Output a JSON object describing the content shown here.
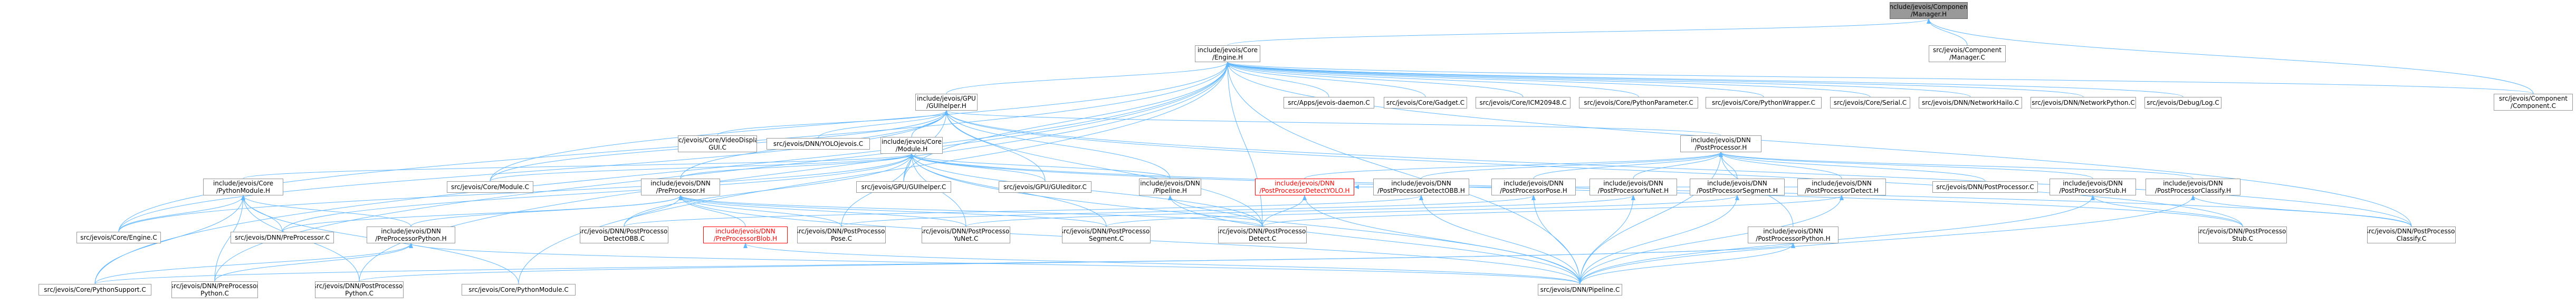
{
  "nodes": {
    "component_manager_h": "include/jevois/Component\n/Manager.H",
    "core_engine_h": "include/jevois/Core\n/Engine.H",
    "component_manager_c": "src/jevois/Component\n/Manager.C",
    "component_component_c": "src/jevois/Component\n/Component.C",
    "gpu_guihelper_h": "include/jevois/GPU\n/GUIhelper.H",
    "apps_daemon_c": "src/Apps/jevois-daemon.C",
    "core_gadget_c": "src/jevois/Core/Gadget.C",
    "core_icm_c": "src/jevois/Core/ICM20948.C",
    "core_pyparam_c": "src/jevois/Core/PythonParameter.C",
    "core_pywrapper_c": "src/jevois/Core/PythonWrapper.C",
    "core_serial_c": "src/jevois/Core/Serial.C",
    "dnn_nethailo_c": "src/jevois/DNN/NetworkHailo.C",
    "dnn_netpython_c": "src/jevois/DNN/NetworkPython.C",
    "debug_log_c": "src/jevois/Debug/Log.C",
    "core_videodisplaygui_c": "src/jevois/Core/VideoDisplay\nGUI.C",
    "dnn_yolojevois_c": "src/jevois/DNN/YOLOjevois.C",
    "core_module_h": "include/jevois/Core\n/Module.H",
    "dnn_postprocessor_h": "include/jevois/DNN\n/PostProcessor.H",
    "core_pythonmodule_h": "include/jevois/Core\n/PythonModule.H",
    "core_module_c": "src/jevois/Core/Module.C",
    "dnn_preprocessor_h": "include/jevois/DNN\n/PreProcessor.H",
    "gpu_guihelper_c": "src/jevois/GPU/GUIhelper.C",
    "gpu_guieditor_c": "src/jevois/GPU/GUIeditor.C",
    "dnn_pipeline_h": "include/jevois/DNN\n/Pipeline.H",
    "dnn_ppdetectyolo_h": "include/jevois/DNN\n/PostProcessorDetectYOLO.H",
    "dnn_ppdetectobb_h": "include/jevois/DNN\n/PostProcessorDetectOBB.H",
    "dnn_pppose_h": "include/jevois/DNN\n/PostProcessorPose.H",
    "dnn_ppyunet_h": "include/jevois/DNN\n/PostProcessorYuNet.H",
    "dnn_ppsegment_h": "include/jevois/DNN\n/PostProcessorSegment.H",
    "dnn_ppdetect_h": "include/jevois/DNN\n/PostProcessorDetect.H",
    "dnn_postprocessor_c": "src/jevois/DNN/PostProcessor.C",
    "dnn_ppstub_h": "include/jevois/DNN\n/PostProcessorStub.H",
    "dnn_ppclassify_h": "include/jevois/DNN\n/PostProcessorClassify.H",
    "core_engine_c": "src/jevois/Core/Engine.C",
    "dnn_preprocessor_c": "src/jevois/DNN/PreProcessor.C",
    "dnn_prepython_h": "include/jevois/DNN\n/PreProcessorPython.H",
    "dnn_ppdetectobb_c": "src/jevois/DNN/PostProcessor\nDetectOBB.C",
    "dnn_preblob_h": "include/jevois/DNN\n/PreProcessorBlob.H",
    "dnn_pppose_c": "src/jevois/DNN/PostProcessor\nPose.C",
    "dnn_ppyunet_c": "src/jevois/DNN/PostProcessor\nYuNet.C",
    "dnn_ppsegment_c": "src/jevois/DNN/PostProcessor\nSegment.C",
    "dnn_ppdetect_c": "src/jevois/DNN/PostProcessor\nDetect.C",
    "dnn_pppython_h": "include/jevois/DNN\n/PostProcessorPython.H",
    "dnn_ppstub_c": "src/jevois/DNN/PostProcessor\nStub.C",
    "dnn_ppclassify_c": "src/jevois/DNN/PostProcessor\nClassify.C",
    "core_pythonsupport_c": "src/jevois/Core/PythonSupport.C",
    "dnn_prepython_c": "src/jevois/DNN/PreProcessor\nPython.C",
    "dnn_pppython_c": "src/jevois/DNN/PostProcessor\nPython.C",
    "core_pythonmodule_c": "src/jevois/Core/PythonModule.C",
    "dnn_pipeline_c": "src/jevois/DNN/Pipeline.C"
  },
  "edges": [
    [
      "component_manager_h",
      "core_engine_h"
    ],
    [
      "component_manager_h",
      "component_manager_c"
    ],
    [
      "component_manager_h",
      "component_component_c"
    ],
    [
      "core_engine_h",
      "component_component_c"
    ],
    [
      "core_engine_h",
      "gpu_guihelper_h"
    ],
    [
      "core_engine_h",
      "apps_daemon_c"
    ],
    [
      "core_engine_h",
      "core_gadget_c"
    ],
    [
      "core_engine_h",
      "core_icm_c"
    ],
    [
      "core_engine_h",
      "core_pyparam_c"
    ],
    [
      "core_engine_h",
      "core_pywrapper_c"
    ],
    [
      "core_engine_h",
      "core_serial_c"
    ],
    [
      "core_engine_h",
      "dnn_nethailo_c"
    ],
    [
      "core_engine_h",
      "dnn_netpython_c"
    ],
    [
      "core_engine_h",
      "debug_log_c"
    ],
    [
      "core_engine_h",
      "core_engine_c"
    ],
    [
      "core_engine_h",
      "core_module_c"
    ],
    [
      "core_engine_h",
      "core_pythonsupport_c"
    ],
    [
      "core_engine_h",
      "dnn_pipeline_c"
    ],
    [
      "core_engine_h",
      "dnn_prepython_c"
    ],
    [
      "core_engine_h",
      "dnn_pppython_c"
    ],
    [
      "core_engine_h",
      "core_pythonmodule_c"
    ],
    [
      "core_engine_h",
      "gpu_guihelper_c"
    ],
    [
      "core_engine_h",
      "dnn_ppdetect_c"
    ],
    [
      "core_engine_h",
      "dnn_ppclassify_c"
    ],
    [
      "gpu_guihelper_h",
      "core_videodisplaygui_c"
    ],
    [
      "gpu_guihelper_h",
      "dnn_yolojevois_c"
    ],
    [
      "gpu_guihelper_h",
      "core_module_h"
    ],
    [
      "gpu_guihelper_h",
      "dnn_postprocessor_h"
    ],
    [
      "gpu_guihelper_h",
      "core_engine_c"
    ],
    [
      "gpu_guihelper_h",
      "gpu_guihelper_c"
    ],
    [
      "gpu_guihelper_h",
      "gpu_guieditor_c"
    ],
    [
      "gpu_guihelper_h",
      "dnn_pipeline_h"
    ],
    [
      "gpu_guihelper_h",
      "core_module_c"
    ],
    [
      "gpu_guihelper_h",
      "dnn_preprocessor_h"
    ],
    [
      "gpu_guihelper_h",
      "dnn_ppclassify_c"
    ],
    [
      "gpu_guihelper_h",
      "dnn_ppstub_c"
    ],
    [
      "gpu_guihelper_h",
      "dnn_ppdetect_c"
    ],
    [
      "core_module_h",
      "core_pythonmodule_h"
    ],
    [
      "core_module_h",
      "core_module_c"
    ],
    [
      "core_module_h",
      "dnn_preprocessor_h"
    ],
    [
      "core_module_h",
      "gpu_guihelper_c"
    ],
    [
      "core_module_h",
      "gpu_guieditor_c"
    ],
    [
      "core_module_h",
      "dnn_pipeline_h"
    ],
    [
      "core_module_h",
      "core_engine_c"
    ],
    [
      "core_module_h",
      "dnn_preprocessor_c"
    ],
    [
      "core_module_h",
      "dnn_ppdetectobb_c"
    ],
    [
      "core_module_h",
      "dnn_pppose_c"
    ],
    [
      "core_module_h",
      "dnn_ppyunet_c"
    ],
    [
      "core_module_h",
      "dnn_ppsegment_c"
    ],
    [
      "core_module_h",
      "dnn_ppdetect_c"
    ],
    [
      "core_module_h",
      "dnn_ppstub_c"
    ],
    [
      "core_module_h",
      "dnn_ppclassify_c"
    ],
    [
      "core_module_h",
      "dnn_pipeline_c"
    ],
    [
      "core_pythonmodule_h",
      "core_engine_c"
    ],
    [
      "core_pythonmodule_h",
      "dnn_preprocessor_c"
    ],
    [
      "core_pythonmodule_h",
      "dnn_prepython_h"
    ],
    [
      "core_pythonmodule_h",
      "core_pythonsupport_c"
    ],
    [
      "core_pythonmodule_h",
      "dnn_prepython_c"
    ],
    [
      "core_pythonmodule_h",
      "dnn_pppython_c"
    ],
    [
      "core_pythonmodule_h",
      "core_pythonmodule_c"
    ],
    [
      "dnn_preprocessor_h",
      "dnn_preprocessor_c"
    ],
    [
      "dnn_preprocessor_h",
      "dnn_prepython_h"
    ],
    [
      "dnn_preprocessor_h",
      "dnn_ppdetectobb_c"
    ],
    [
      "dnn_preprocessor_h",
      "dnn_preblob_h"
    ],
    [
      "dnn_preprocessor_h",
      "dnn_pppose_c"
    ],
    [
      "dnn_preprocessor_h",
      "dnn_ppyunet_c"
    ],
    [
      "dnn_preprocessor_h",
      "dnn_ppsegment_c"
    ],
    [
      "dnn_preprocessor_h",
      "dnn_ppdetect_c"
    ],
    [
      "dnn_preprocessor_h",
      "dnn_pipeline_c"
    ],
    [
      "dnn_prepython_h",
      "core_pythonsupport_c"
    ],
    [
      "dnn_prepython_h",
      "dnn_prepython_c"
    ],
    [
      "dnn_prepython_h",
      "dnn_pipeline_c"
    ],
    [
      "dnn_preblob_h",
      "dnn_pipeline_c"
    ],
    [
      "dnn_pipeline_h",
      "dnn_ppdetect_c"
    ],
    [
      "dnn_pipeline_h",
      "dnn_pipeline_c"
    ],
    [
      "dnn_postprocessor_h",
      "dnn_ppdetectyolo_h"
    ],
    [
      "dnn_postprocessor_h",
      "dnn_ppdetectobb_h"
    ],
    [
      "dnn_postprocessor_h",
      "dnn_pppose_h"
    ],
    [
      "dnn_postprocessor_h",
      "dnn_ppyunet_h"
    ],
    [
      "dnn_postprocessor_h",
      "dnn_ppsegment_h"
    ],
    [
      "dnn_postprocessor_h",
      "dnn_ppdetect_h"
    ],
    [
      "dnn_postprocessor_h",
      "dnn_postprocessor_c"
    ],
    [
      "dnn_postprocessor_h",
      "dnn_ppstub_h"
    ],
    [
      "dnn_postprocessor_h",
      "dnn_ppclassify_h"
    ],
    [
      "dnn_postprocessor_h",
      "dnn_pppython_h"
    ],
    [
      "dnn_postprocessor_h",
      "dnn_pipeline_c"
    ],
    [
      "dnn_ppdetectyolo_h",
      "dnn_ppdetect_c"
    ],
    [
      "dnn_ppdetectyolo_h",
      "dnn_pipeline_c"
    ],
    [
      "dnn_ppdetectyolo_h",
      "dnn_ppdetect_h"
    ],
    [
      "dnn_ppdetectobb_h",
      "dnn_ppdetectobb_c"
    ],
    [
      "dnn_ppdetectobb_h",
      "dnn_pipeline_c"
    ],
    [
      "dnn_pppose_h",
      "dnn_pppose_c"
    ],
    [
      "dnn_pppose_h",
      "dnn_pipeline_c"
    ],
    [
      "dnn_ppyunet_h",
      "dnn_ppyunet_c"
    ],
    [
      "dnn_ppyunet_h",
      "dnn_pipeline_c"
    ],
    [
      "dnn_ppsegment_h",
      "dnn_ppsegment_c"
    ],
    [
      "dnn_ppsegment_h",
      "dnn_pipeline_c"
    ],
    [
      "dnn_ppdetect_h",
      "dnn_ppdetect_c"
    ],
    [
      "dnn_ppdetect_h",
      "dnn_pipeline_c"
    ],
    [
      "dnn_ppstub_h",
      "dnn_ppstub_c"
    ],
    [
      "dnn_ppstub_h",
      "dnn_pipeline_c"
    ],
    [
      "dnn_ppclassify_h",
      "dnn_ppclassify_c"
    ],
    [
      "dnn_ppclassify_h",
      "dnn_pipeline_c"
    ],
    [
      "dnn_pppython_h",
      "dnn_pppython_c"
    ],
    [
      "dnn_pppython_h",
      "dnn_pipeline_c"
    ],
    [
      "dnn_pppython_h",
      "core_pythonsupport_c"
    ]
  ]
}
